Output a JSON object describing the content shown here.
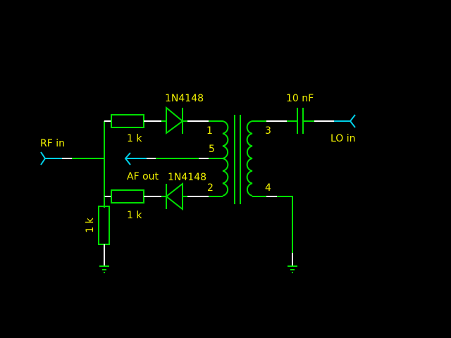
{
  "schematic": {
    "title": "Diode ring mixer with transformer",
    "ports": {
      "rf_in": "RF in",
      "lo_in": "LO in",
      "af_out": "AF out"
    },
    "components": {
      "diode_top": "1N4148",
      "diode_bottom": "1N4148",
      "resistor_top": "1 k",
      "resistor_bottom": "1 k",
      "resistor_shunt": "1 k",
      "capacitor": "10 nF"
    },
    "transformer_pins": {
      "pin1": "1",
      "pin2": "2",
      "pin3": "3",
      "pin4": "4",
      "pin5": "5"
    },
    "colors": {
      "wire": "#00e000",
      "wire_end": "#ffffff",
      "port": "#00d0e8",
      "label": "#f0f000",
      "background": "#000000"
    }
  }
}
